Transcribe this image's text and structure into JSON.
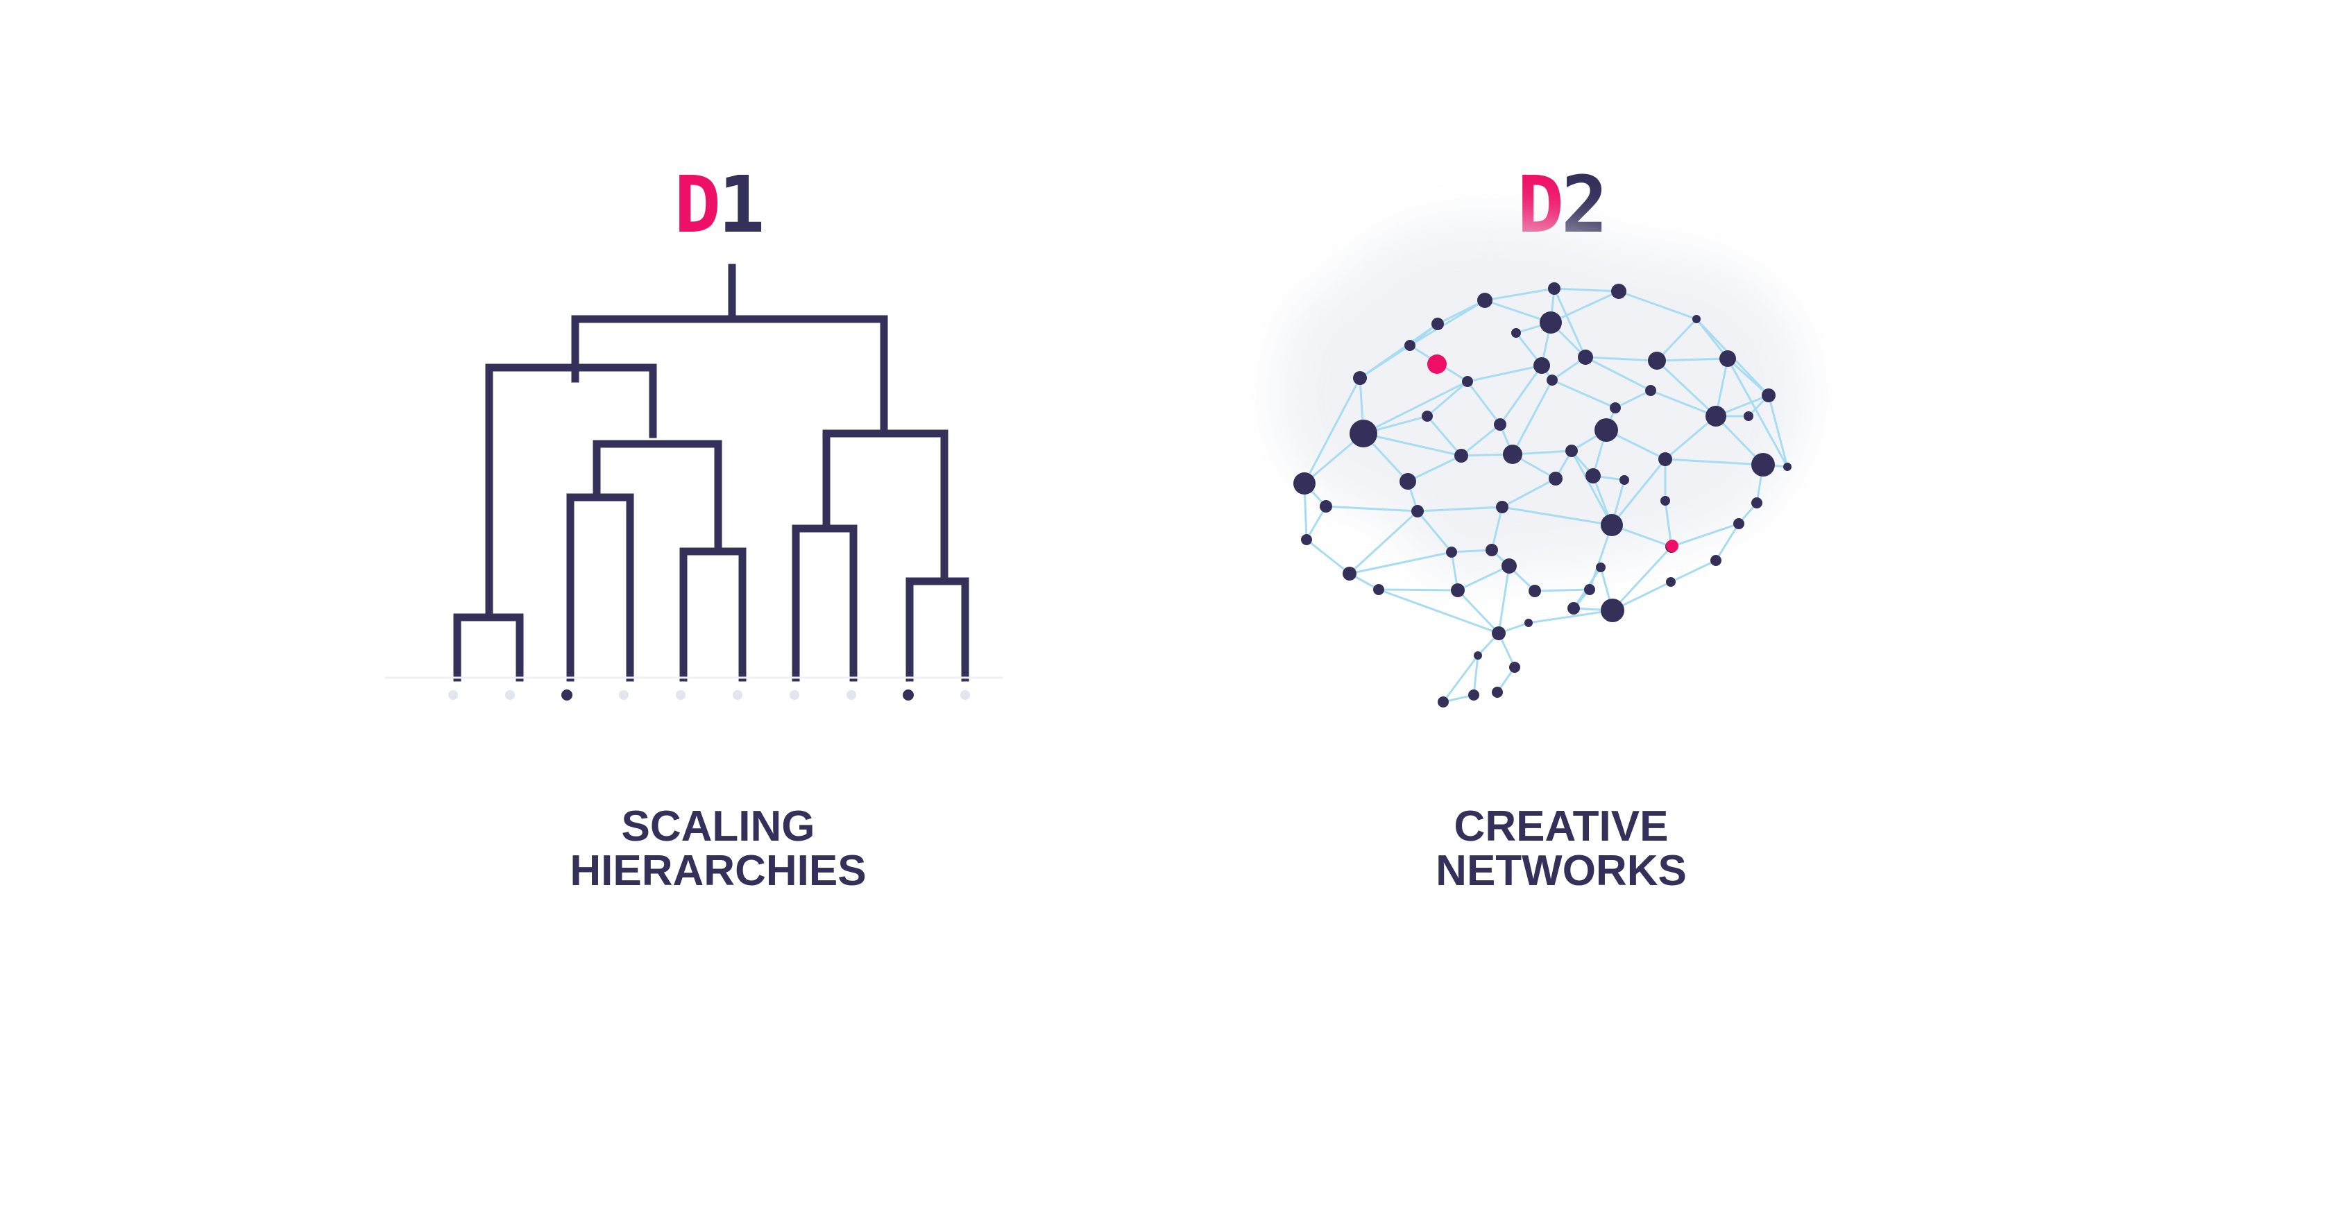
{
  "colors": {
    "ink": "#35305a",
    "accent": "#ee1066",
    "link": "#a7dcf2",
    "glow": "#eceef3",
    "muted": "#e3e5ee"
  },
  "d1": {
    "letter": "D",
    "number": "1",
    "caption_line1": "SCALING",
    "caption_line2": "HIERARCHIES",
    "icon": "dendrogram-icon"
  },
  "d2": {
    "letter": "D",
    "number": "2",
    "caption_line1": "CREATIVE",
    "caption_line2": "NETWORKS",
    "icon": "brain-network-icon"
  }
}
